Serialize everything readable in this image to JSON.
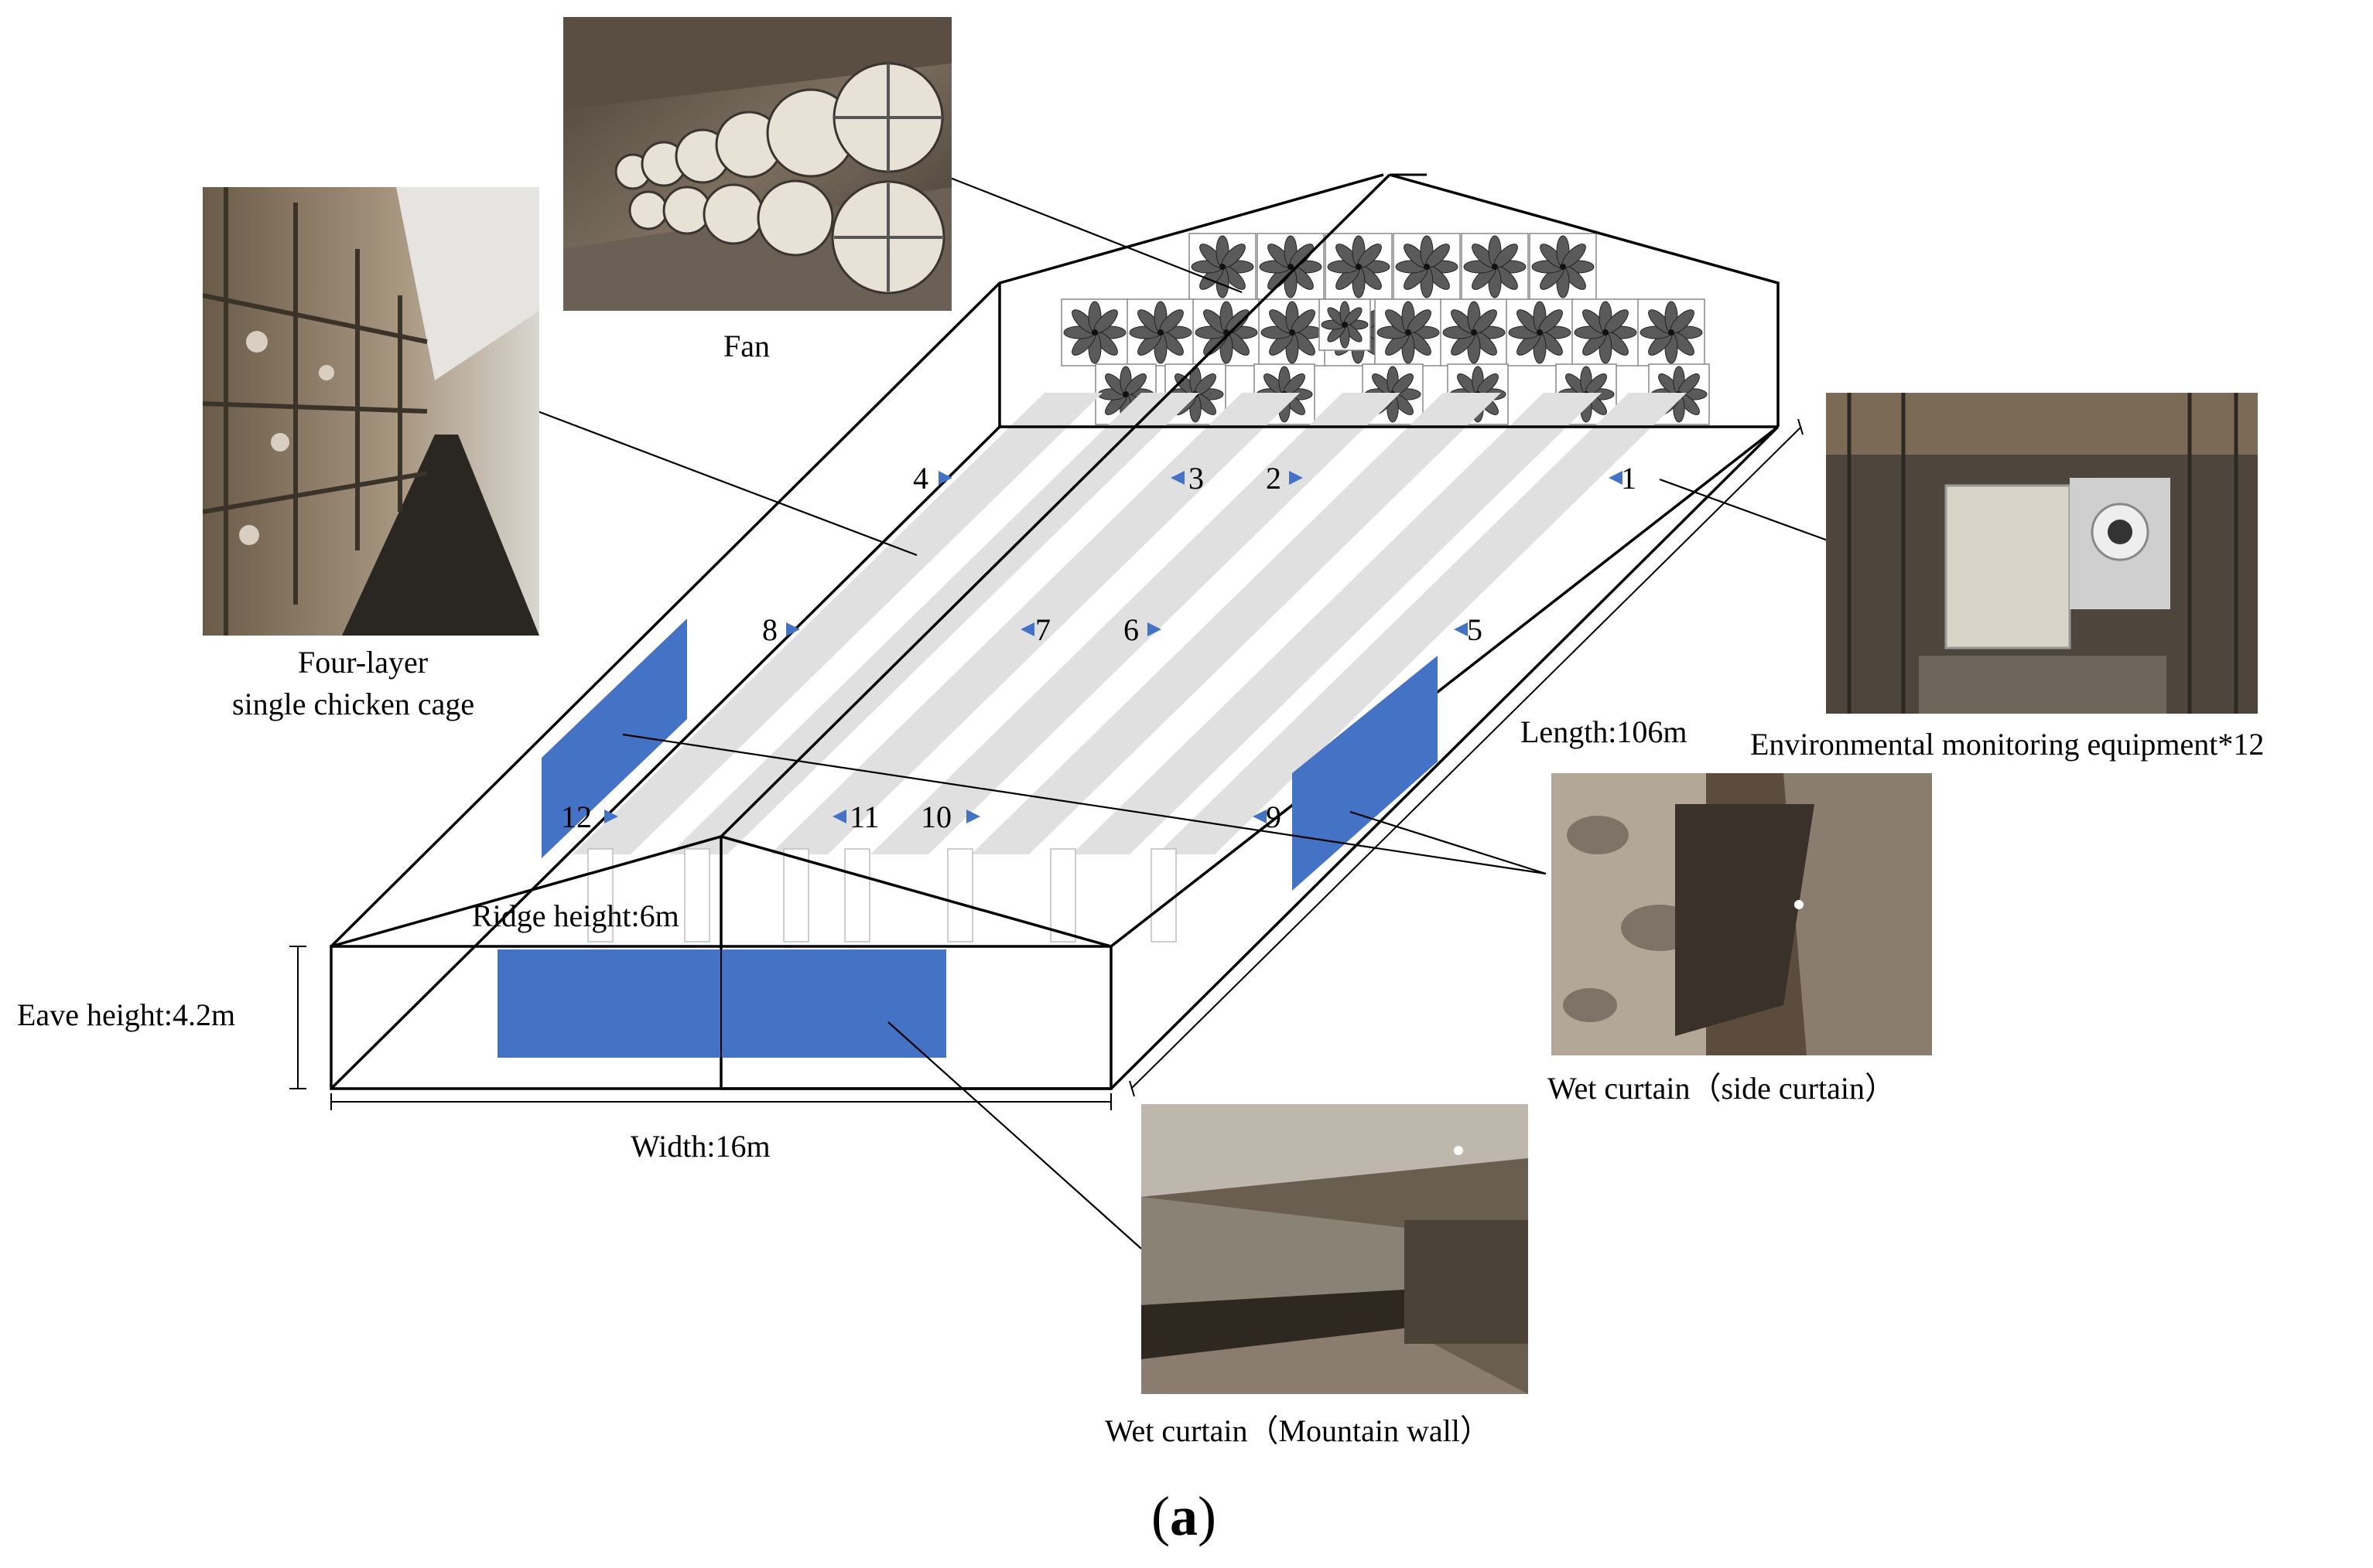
{
  "dimensions": {
    "length": "Length:106m",
    "width": "Width:16m",
    "eave_height": "Eave height:4.2m",
    "ridge_height": "Ridge height:6m"
  },
  "photos": {
    "fan": "Fan",
    "cage_line1": "Four-layer",
    "cage_line2": "single chicken cage",
    "monitor": "Environmental monitoring equipment*12",
    "side_curtain": "Wet curtain（side curtain）",
    "mountain_curtain": "Wet curtain（Mountain wall）"
  },
  "monitor_points": [
    "1",
    "2",
    "3",
    "4",
    "5",
    "6",
    "7",
    "8",
    "9",
    "10",
    "11",
    "12"
  ],
  "figure_label": {
    "paren_open": "(",
    "letter": "a",
    "paren_close": ")"
  },
  "colors": {
    "curtain_blue": "#4472C4",
    "cage_row_gray": "#E0E0E0",
    "outline": "#000000"
  },
  "icons": {
    "fan": "fan-icon",
    "sensor_marker": "triangle-marker-icon"
  }
}
